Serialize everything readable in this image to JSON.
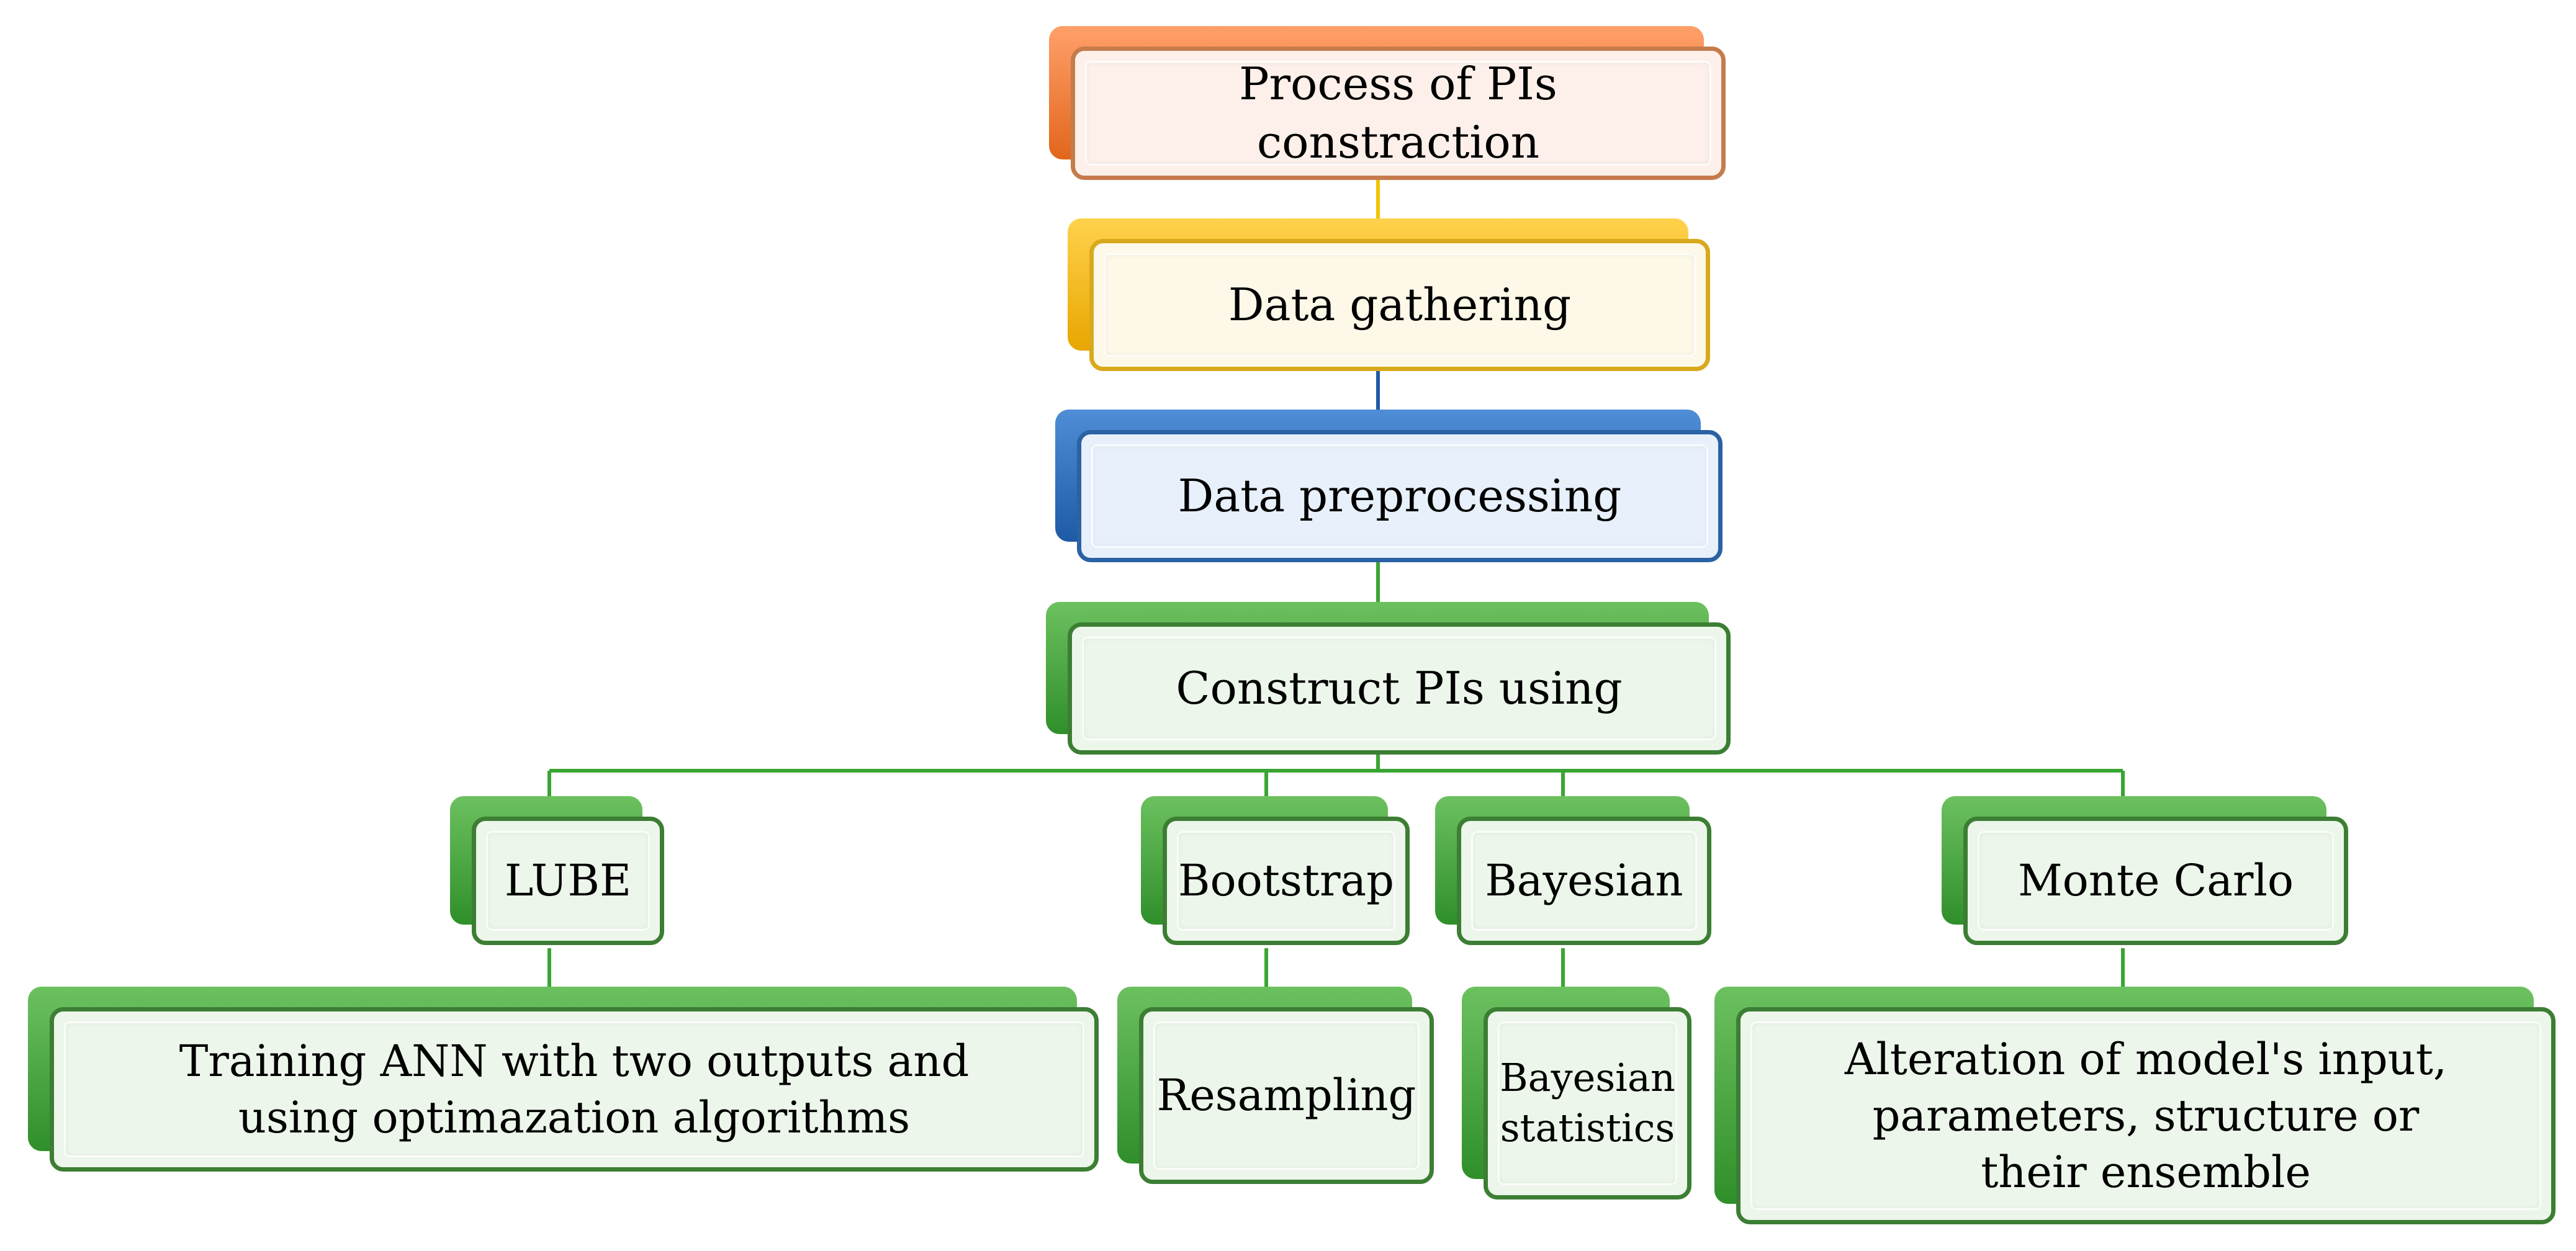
{
  "diagram": {
    "process": "Process of PIs constraction",
    "gathering": "Data gathering",
    "preprocessing": "Data preprocessing",
    "construct": "Construct PIs using",
    "methods": [
      {
        "name": "LUBE",
        "detail": "Training ANN with two outputs and using optimazation algorithms"
      },
      {
        "name": "Bootstrap",
        "detail": "Resampling"
      },
      {
        "name": "Bayesian",
        "detail": "Bayesian statistics"
      },
      {
        "name": "Monte Carlo",
        "detail": "Alteration of model's input, parameters, structure or their ensemble"
      }
    ]
  },
  "colors": {
    "orange": "#e2661c",
    "yellow": "#e8a600",
    "blue": "#1e5aa6",
    "green": "#3aa532"
  }
}
